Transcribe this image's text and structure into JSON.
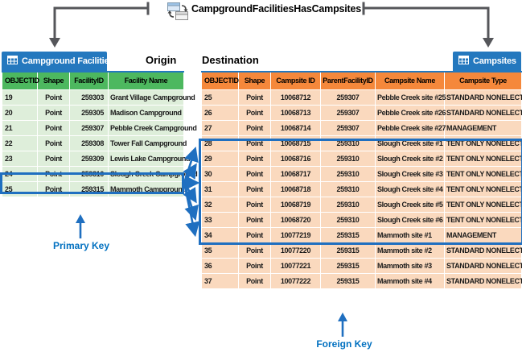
{
  "relationship": {
    "title": "CampgroundFacilitiesHasCampsites"
  },
  "labels": {
    "origin": "Origin",
    "destination": "Destination",
    "primary_key": "Primary Key",
    "foreign_key": "Foreign Key"
  },
  "origin_table": {
    "tab_label": "Campground Facilities",
    "close_glyph": "✕",
    "columns": [
      "OBJECTID",
      "Shape",
      "FacilityID",
      "Facility Name"
    ],
    "rows": [
      [
        "19",
        "Point",
        "259303",
        "Grant Village Campground"
      ],
      [
        "20",
        "Point",
        "259305",
        "Madison Campground"
      ],
      [
        "21",
        "Point",
        "259307",
        "Pebble Creek Campground"
      ],
      [
        "22",
        "Point",
        "259308",
        "Tower Fall Campground"
      ],
      [
        "23",
        "Point",
        "259309",
        "Lewis Lake Campground"
      ],
      [
        "24",
        "Point",
        "259310",
        "Slough Creek Campground"
      ],
      [
        "25",
        "Point",
        "259315",
        "Mammoth Campground"
      ]
    ],
    "highlighted_row_objectid": "24"
  },
  "destination_table": {
    "tab_label": "Campsites",
    "close_glyph": "✕",
    "columns": [
      "OBJECTID",
      "Shape",
      "Campsite ID",
      "ParentFacilityID",
      "Campsite Name",
      "Campsite Type"
    ],
    "rows": [
      [
        "25",
        "Point",
        "10068712",
        "259307",
        "Pebble Creek site #25",
        "STANDARD NONELECTRIC"
      ],
      [
        "26",
        "Point",
        "10068713",
        "259307",
        "Pebble Creek site #26",
        "STANDARD NONELECTRIC"
      ],
      [
        "27",
        "Point",
        "10068714",
        "259307",
        "Pebble Creek site #27",
        "MANAGEMENT"
      ],
      [
        "28",
        "Point",
        "10068715",
        "259310",
        "Slough Creek site #1",
        "TENT ONLY NONELECTRIC"
      ],
      [
        "29",
        "Point",
        "10068716",
        "259310",
        "Slough Creek site #2",
        "TENT ONLY NONELECTRIC"
      ],
      [
        "30",
        "Point",
        "10068717",
        "259310",
        "Slough Creek site #3",
        "TENT ONLY NONELECTRIC"
      ],
      [
        "31",
        "Point",
        "10068718",
        "259310",
        "Slough Creek site #4",
        "TENT ONLY NONELECTRIC"
      ],
      [
        "32",
        "Point",
        "10068719",
        "259310",
        "Slough Creek site #5",
        "TENT ONLY NONELECTRIC"
      ],
      [
        "33",
        "Point",
        "10068720",
        "259310",
        "Slough Creek site #6",
        "TENT ONLY NONELECTRIC"
      ],
      [
        "34",
        "Point",
        "10077219",
        "259315",
        "Mammoth site #1",
        "MANAGEMENT"
      ],
      [
        "35",
        "Point",
        "10077220",
        "259315",
        "Mammoth site #2",
        "STANDARD NONELECTRIC"
      ],
      [
        "36",
        "Point",
        "10077221",
        "259315",
        "Mammoth site #3",
        "STANDARD NONELECTRIC"
      ],
      [
        "37",
        "Point",
        "10077222",
        "259315",
        "Mammoth site #4",
        "STANDARD NONELECTRIC"
      ]
    ],
    "highlighted_row_objectids": [
      "28",
      "29",
      "30",
      "31",
      "32",
      "33"
    ]
  },
  "colors": {
    "tab_blue": "#2478BE",
    "origin_header": "#4DB85F",
    "origin_row": "#DEEEDA",
    "dest_header": "#F5883B",
    "dest_row": "#FAD9BE",
    "highlight_blue": "#1F6FC0",
    "key_label_blue": "#0070C0",
    "connector_gray": "#55565A"
  }
}
